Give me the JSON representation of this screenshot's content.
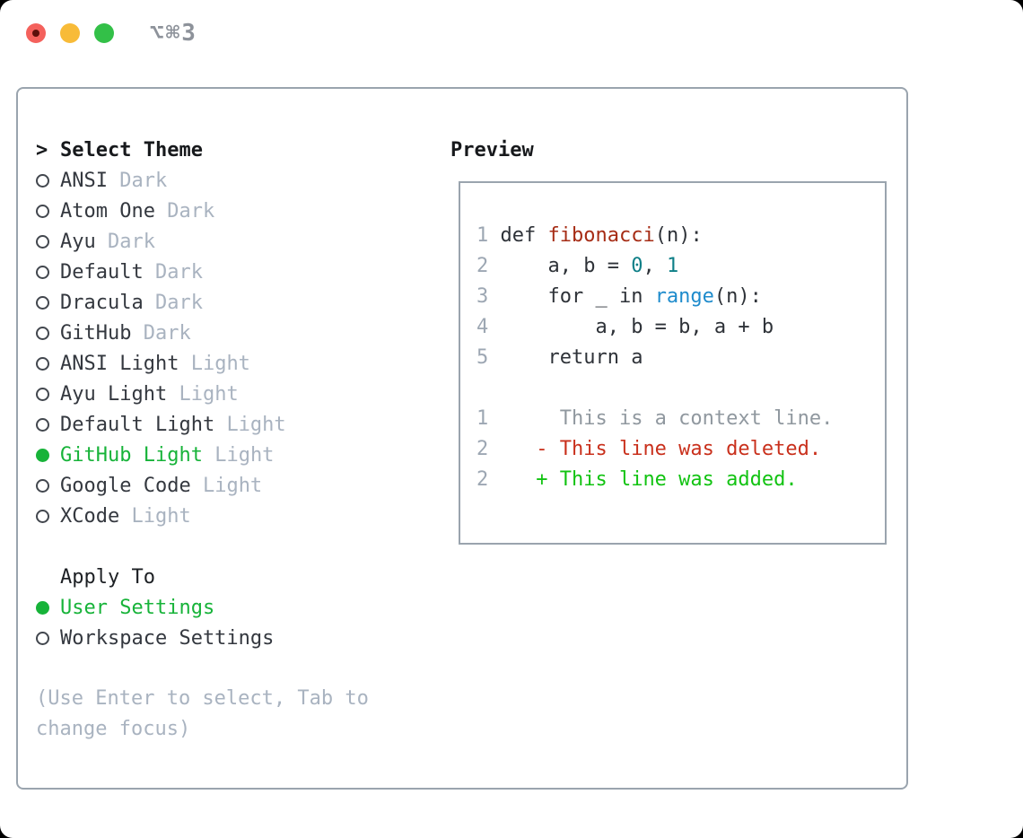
{
  "titlebar": {
    "shortcut": "⌥⌘3",
    "lights": [
      {
        "name": "close-button",
        "color": "#f4615c"
      },
      {
        "name": "minimize-button",
        "color": "#f8bb38"
      },
      {
        "name": "zoom-button",
        "color": "#33c048"
      }
    ]
  },
  "theme_panel": {
    "header": {
      "caret": ">",
      "label": "Select Theme"
    },
    "themes": [
      {
        "name": "ANSI",
        "variant": "Dark",
        "selected": false
      },
      {
        "name": "Atom One",
        "variant": "Dark",
        "selected": false
      },
      {
        "name": "Ayu",
        "variant": "Dark",
        "selected": false
      },
      {
        "name": "Default",
        "variant": "Dark",
        "selected": false
      },
      {
        "name": "Dracula",
        "variant": "Dark",
        "selected": false
      },
      {
        "name": "GitHub",
        "variant": "Dark",
        "selected": false
      },
      {
        "name": "ANSI Light",
        "variant": "Light",
        "selected": false
      },
      {
        "name": "Ayu Light",
        "variant": "Light",
        "selected": false
      },
      {
        "name": "Default Light",
        "variant": "Light",
        "selected": false
      },
      {
        "name": "GitHub Light",
        "variant": "Light",
        "selected": true
      },
      {
        "name": "Google Code",
        "variant": "Light",
        "selected": false
      },
      {
        "name": "XCode",
        "variant": "Light",
        "selected": false
      }
    ],
    "apply_to": {
      "header": "Apply To",
      "options": [
        {
          "name": "User Settings",
          "selected": true
        },
        {
          "name": "Workspace Settings",
          "selected": false
        }
      ]
    },
    "hint": "(Use Enter to select, Tab to change focus)"
  },
  "preview": {
    "header": "Preview",
    "lines": [
      [
        [
          "n",
          "1 "
        ],
        [
          "c",
          "def "
        ],
        [
          "f",
          "fibonacci"
        ],
        [
          "c",
          "(n):"
        ]
      ],
      [
        [
          "n",
          "2 "
        ],
        [
          "c",
          "    a, b = "
        ],
        [
          "t",
          "0"
        ],
        [
          "c",
          ", "
        ],
        [
          "t",
          "1"
        ]
      ],
      [
        [
          "n",
          "3 "
        ],
        [
          "c",
          "    for _ in "
        ],
        [
          "b",
          "range"
        ],
        [
          "c",
          "(n):"
        ]
      ],
      [
        [
          "n",
          "4 "
        ],
        [
          "c",
          "        a, b = b, a + b"
        ]
      ],
      [
        [
          "n",
          "5 "
        ],
        [
          "c",
          "    return a"
        ]
      ],
      [],
      [
        [
          "n",
          "1 "
        ],
        [
          "x",
          "     This is a context line."
        ]
      ],
      [
        [
          "n",
          "2 "
        ],
        [
          "d",
          "   - This line was deleted."
        ]
      ],
      [
        [
          "n",
          "2 "
        ],
        [
          "a",
          "   + This line was added."
        ]
      ]
    ]
  },
  "colors": {
    "selection_green": "#17b339",
    "diff_added_green": "#12c312",
    "diff_deleted_red": "#c9301c",
    "function_red": "#a62c15",
    "number_teal": "#0e7f87",
    "builtin_blue": "#1e8bcc",
    "muted_gray": "#a9b3c0",
    "line_number_gray": "#9da7b3",
    "panel_border": "#9aa4ae"
  }
}
